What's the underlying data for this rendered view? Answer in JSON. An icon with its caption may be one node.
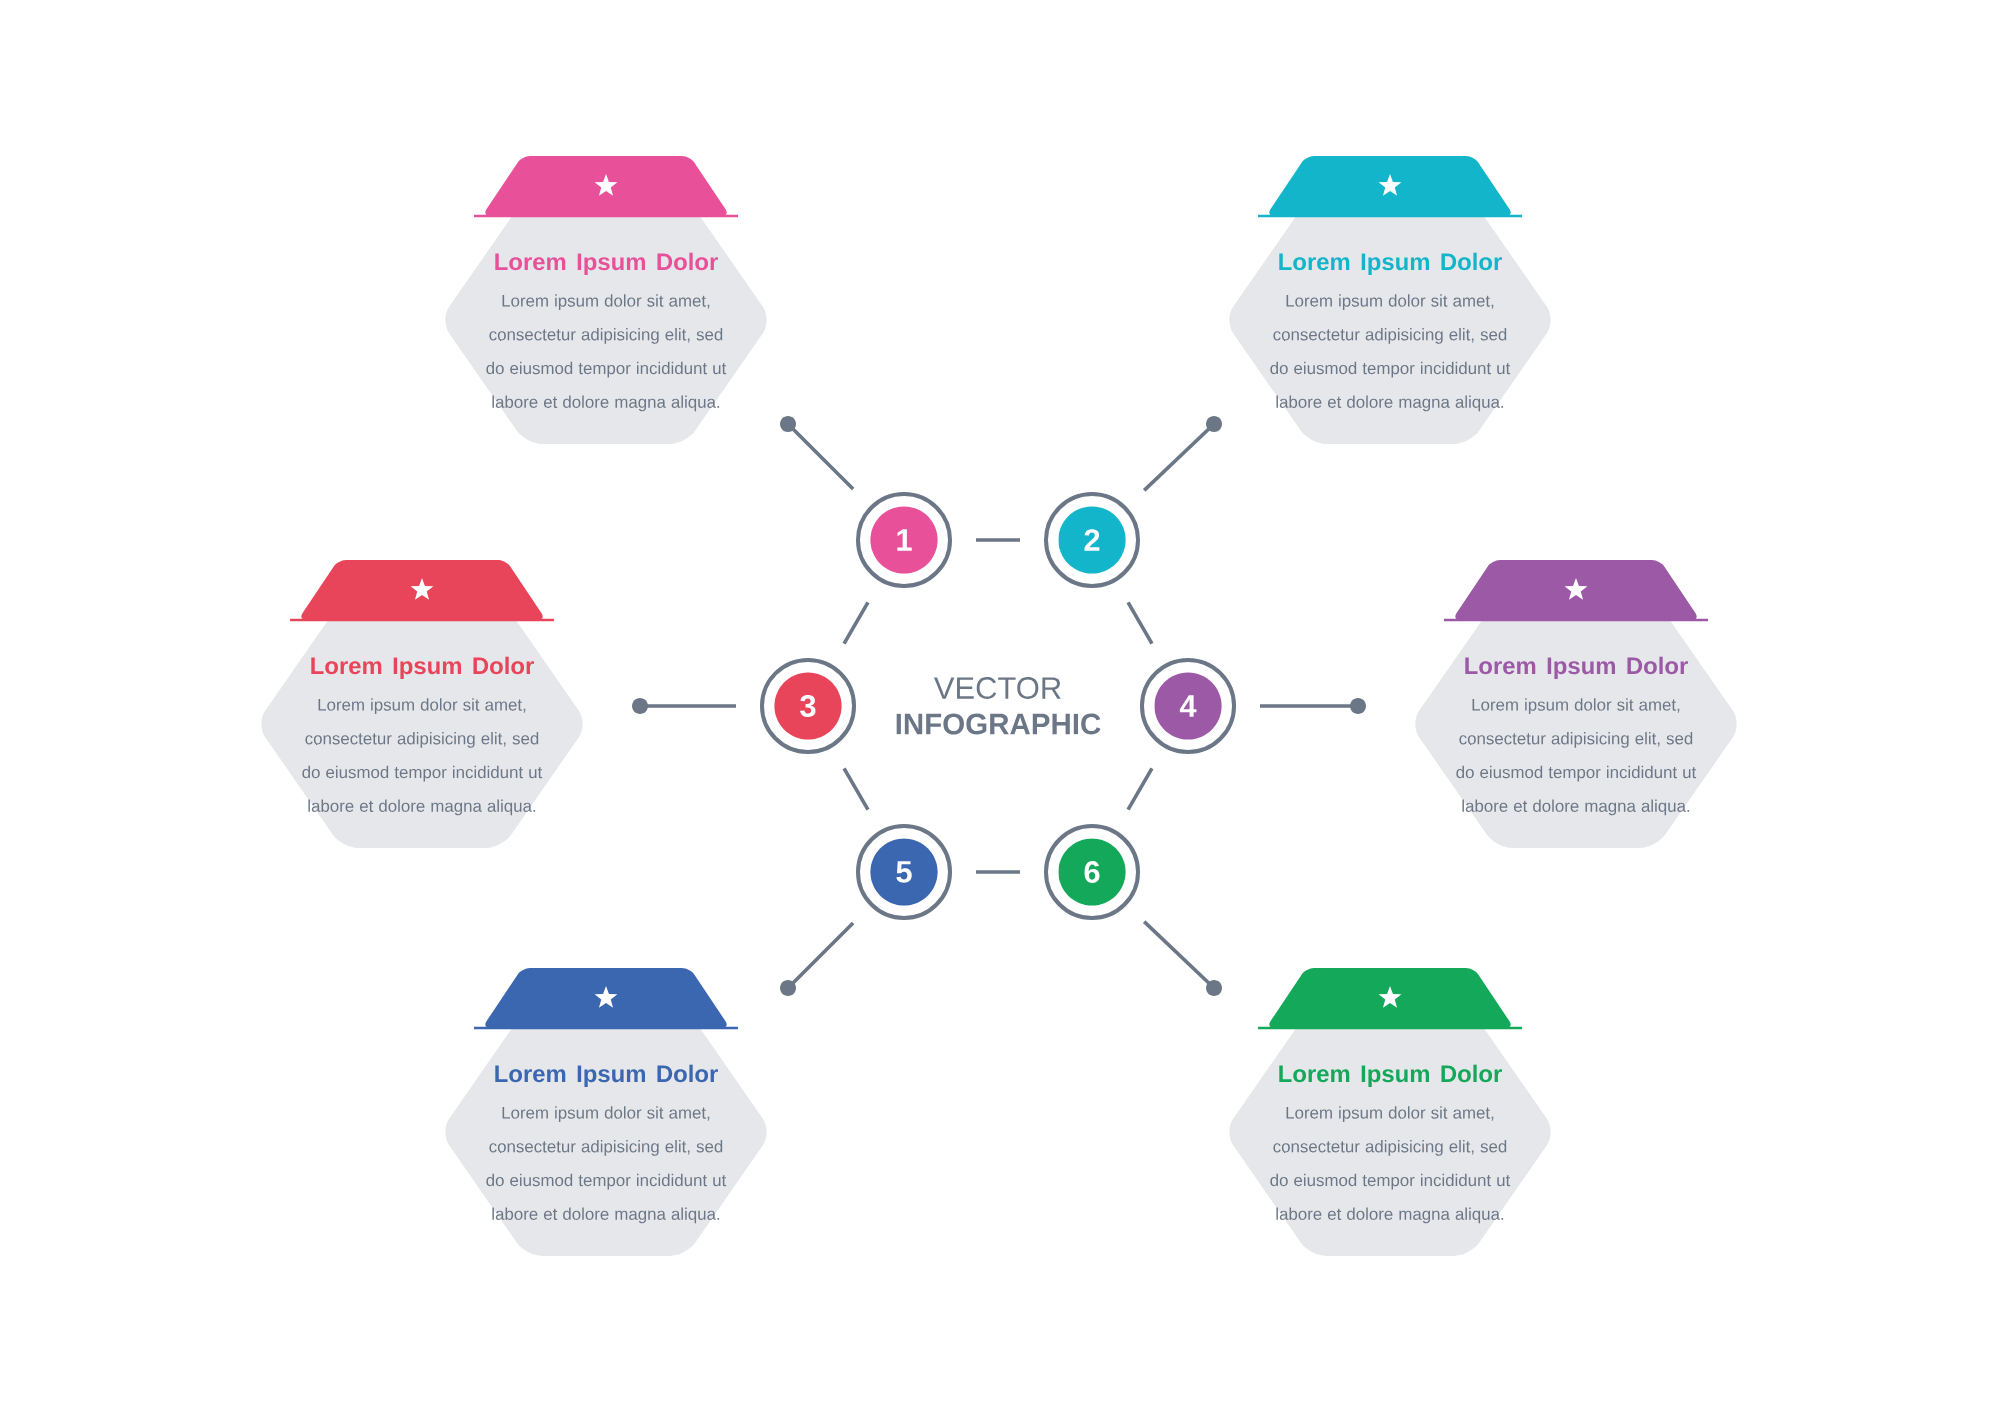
{
  "diagram": {
    "nodes": [
      {
        "text": [
          "1"
        ]
      },
      {
        "text": [
          "2"
        ]
      },
      {
        "text": [
          "3"
        ]
      },
      {
        "text": [
          "4"
        ]
      },
      {
        "text": [
          "5"
        ]
      },
      {
        "text": [
          "6"
        ]
      },
      {
        "text": [
          "Lorem Ipsum Dolor",
          "Lorem ipsum dolor sit amet, consectetur adipisicing elit, sed do eiusmod tempor incididunt ut labore et dolore magna aliqua."
        ]
      },
      {
        "text": [
          "Lorem Ipsum Dolor",
          "Lorem ipsum dolor sit amet, consectetur adipisicing elit, sed do eiusmod tempor incididunt ut labore et dolore magna aliqua."
        ]
      },
      {
        "text": [
          "Lorem Ipsum Dolor",
          "Lorem ipsum dolor sit amet, consectetur adipisicing elit, sed do eiusmod tempor incididunt ut labore et dolore magna aliqua."
        ]
      },
      {
        "text": [
          "Lorem Ipsum Dolor",
          "Lorem ipsum dolor sit amet, consectetur adipisicing elit, sed do eiusmod tempor incididunt ut labore et dolore magna aliqua."
        ]
      },
      {
        "text": [
          "Lorem Ipsum Dolor",
          "Lorem ipsum dolor sit amet, consectetur adipisicing elit, sed do eiusmod tempor incididunt ut labore et dolore magna aliqua."
        ]
      },
      {
        "text": [
          "Lorem Ipsum Dolor",
          "Lorem ipsum dolor sit amet, consectetur adipisicing elit, sed do eiusmod tempor incididunt ut labore et dolore magna aliqua."
        ]
      }
    ],
    "edges": [
      {
        "from": 0,
        "to": 1,
        "arrow": "none"
      },
      {
        "from": 1,
        "to": 3,
        "arrow": "none"
      },
      {
        "from": 3,
        "to": 5,
        "arrow": "none"
      },
      {
        "from": 5,
        "to": 4,
        "arrow": "none"
      },
      {
        "from": 4,
        "to": 2,
        "arrow": "none"
      },
      {
        "from": 2,
        "to": 0,
        "arrow": "none"
      },
      {
        "from": 0,
        "to": 6,
        "arrow": "other"
      },
      {
        "from": 1,
        "to": 7,
        "arrow": "other"
      },
      {
        "from": 2,
        "to": 8,
        "arrow": "other"
      },
      {
        "from": 3,
        "to": 9,
        "arrow": "other"
      },
      {
        "from": 4,
        "to": 10,
        "arrow": "other"
      },
      {
        "from": 5,
        "to": 11,
        "arrow": "other"
      }
    ],
    "labels": [
      "VECTOR",
      "INFOGRAPHIC"
    ]
  }
}
